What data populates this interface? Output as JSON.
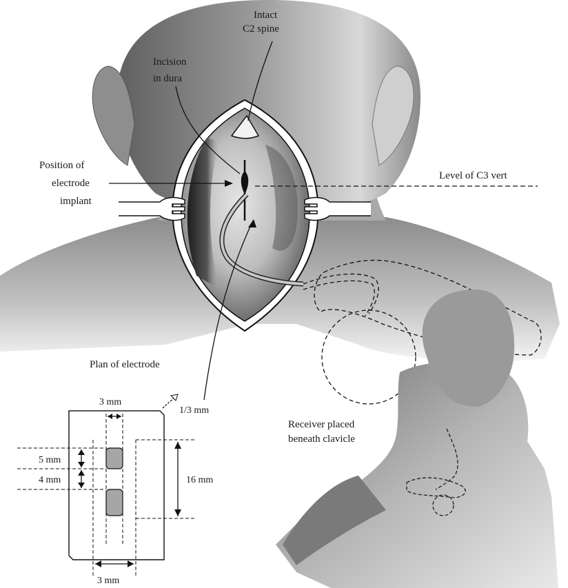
{
  "labels": {
    "intact_line1": "Intact",
    "intact_line2": "C2 spine",
    "incision_line1": "Incision",
    "incision_line2": "in dura",
    "position_line1": "Position of",
    "position_line2": "electrode",
    "position_line3": "implant",
    "level": "Level of C3 vert",
    "plan": "Plan of electrode",
    "receiver_line1": "Receiver placed",
    "receiver_line2": "beneath clavicle"
  },
  "dimensions": {
    "width_3mm_top": "3 mm",
    "thickness": "1/3 mm",
    "contact_5mm": "5 mm",
    "gap_4mm": "4 mm",
    "length_16mm": "16 mm",
    "width_3mm_bottom": "3 mm"
  },
  "colors": {
    "skin_dark": "#6b6b6b",
    "skin_mid": "#a8a8a8",
    "skin_light": "#e4e4e4",
    "contact_fill": "#a6a6a6",
    "line": "#111111"
  }
}
